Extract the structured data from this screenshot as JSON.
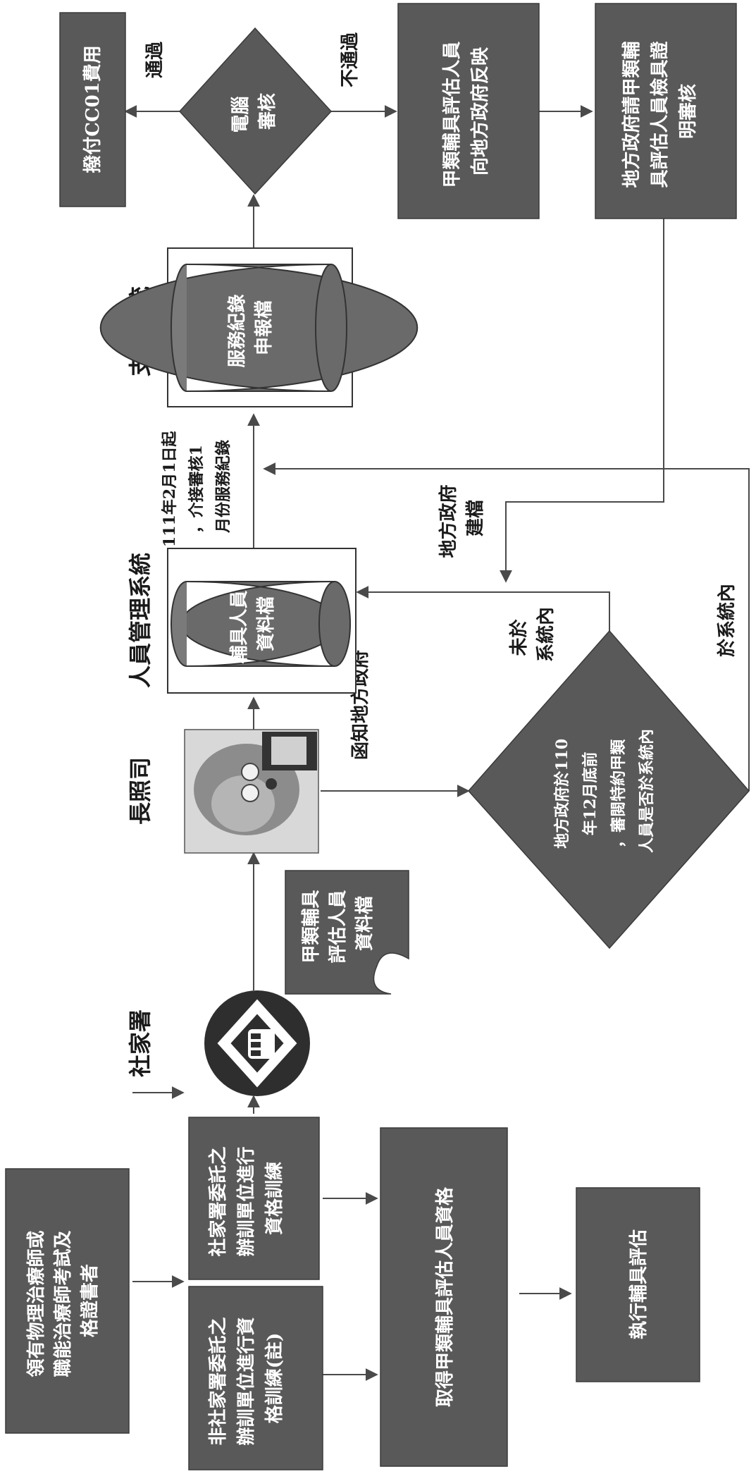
{
  "nodes": {
    "qualification": "領有物理治療師或職能治療師考試及格證書者",
    "non_sfaa_training": "非社家署委託之辦訓單位進行資格訓練(註)",
    "sfaa_training": "社家署委託之辦訓單位進行資格訓練",
    "obtain_qualification": "取得甲類輔具評估人員資格",
    "perform_assessment": "執行輔具評估",
    "sfaa_label": "社家署",
    "assessor_data_file": "甲類輔具評估人員資料檔",
    "director_label": "長照司",
    "notify_local_gov": "函知地方政府",
    "local_gov_review": "地方政府於110年12月底前，審閱特約甲類人員是否於系統內",
    "not_in_system": "未於系統內",
    "in_system": "於系統內",
    "local_gov_create": "地方政府建檔",
    "personnel_system_label": "人員管理系統",
    "personnel_db": "輔具人員資料檔",
    "date_note": "111年2月1日起，介接審核1月份服務紀錄",
    "audit_system_label": "支審系統",
    "service_record_db": "服務紀錄申報檔",
    "computer_review": "電腦審核",
    "pass": "通過",
    "fail": "不通過",
    "pay_fee": "撥付CC01費用",
    "report_to_gov": "甲類輔具評估人員向地方政府反映",
    "gov_review_cert": "地方政府請甲類輔具評估人員檢具證明審核"
  },
  "colors": {
    "box": "#595959",
    "line": "#4a4a4a",
    "text_dark": "#1a1a1a",
    "text_light": "#ffffff"
  },
  "icons": {
    "sfaa_logo": "sfaa-logo-icon",
    "director_image": "director-photo-icon"
  }
}
